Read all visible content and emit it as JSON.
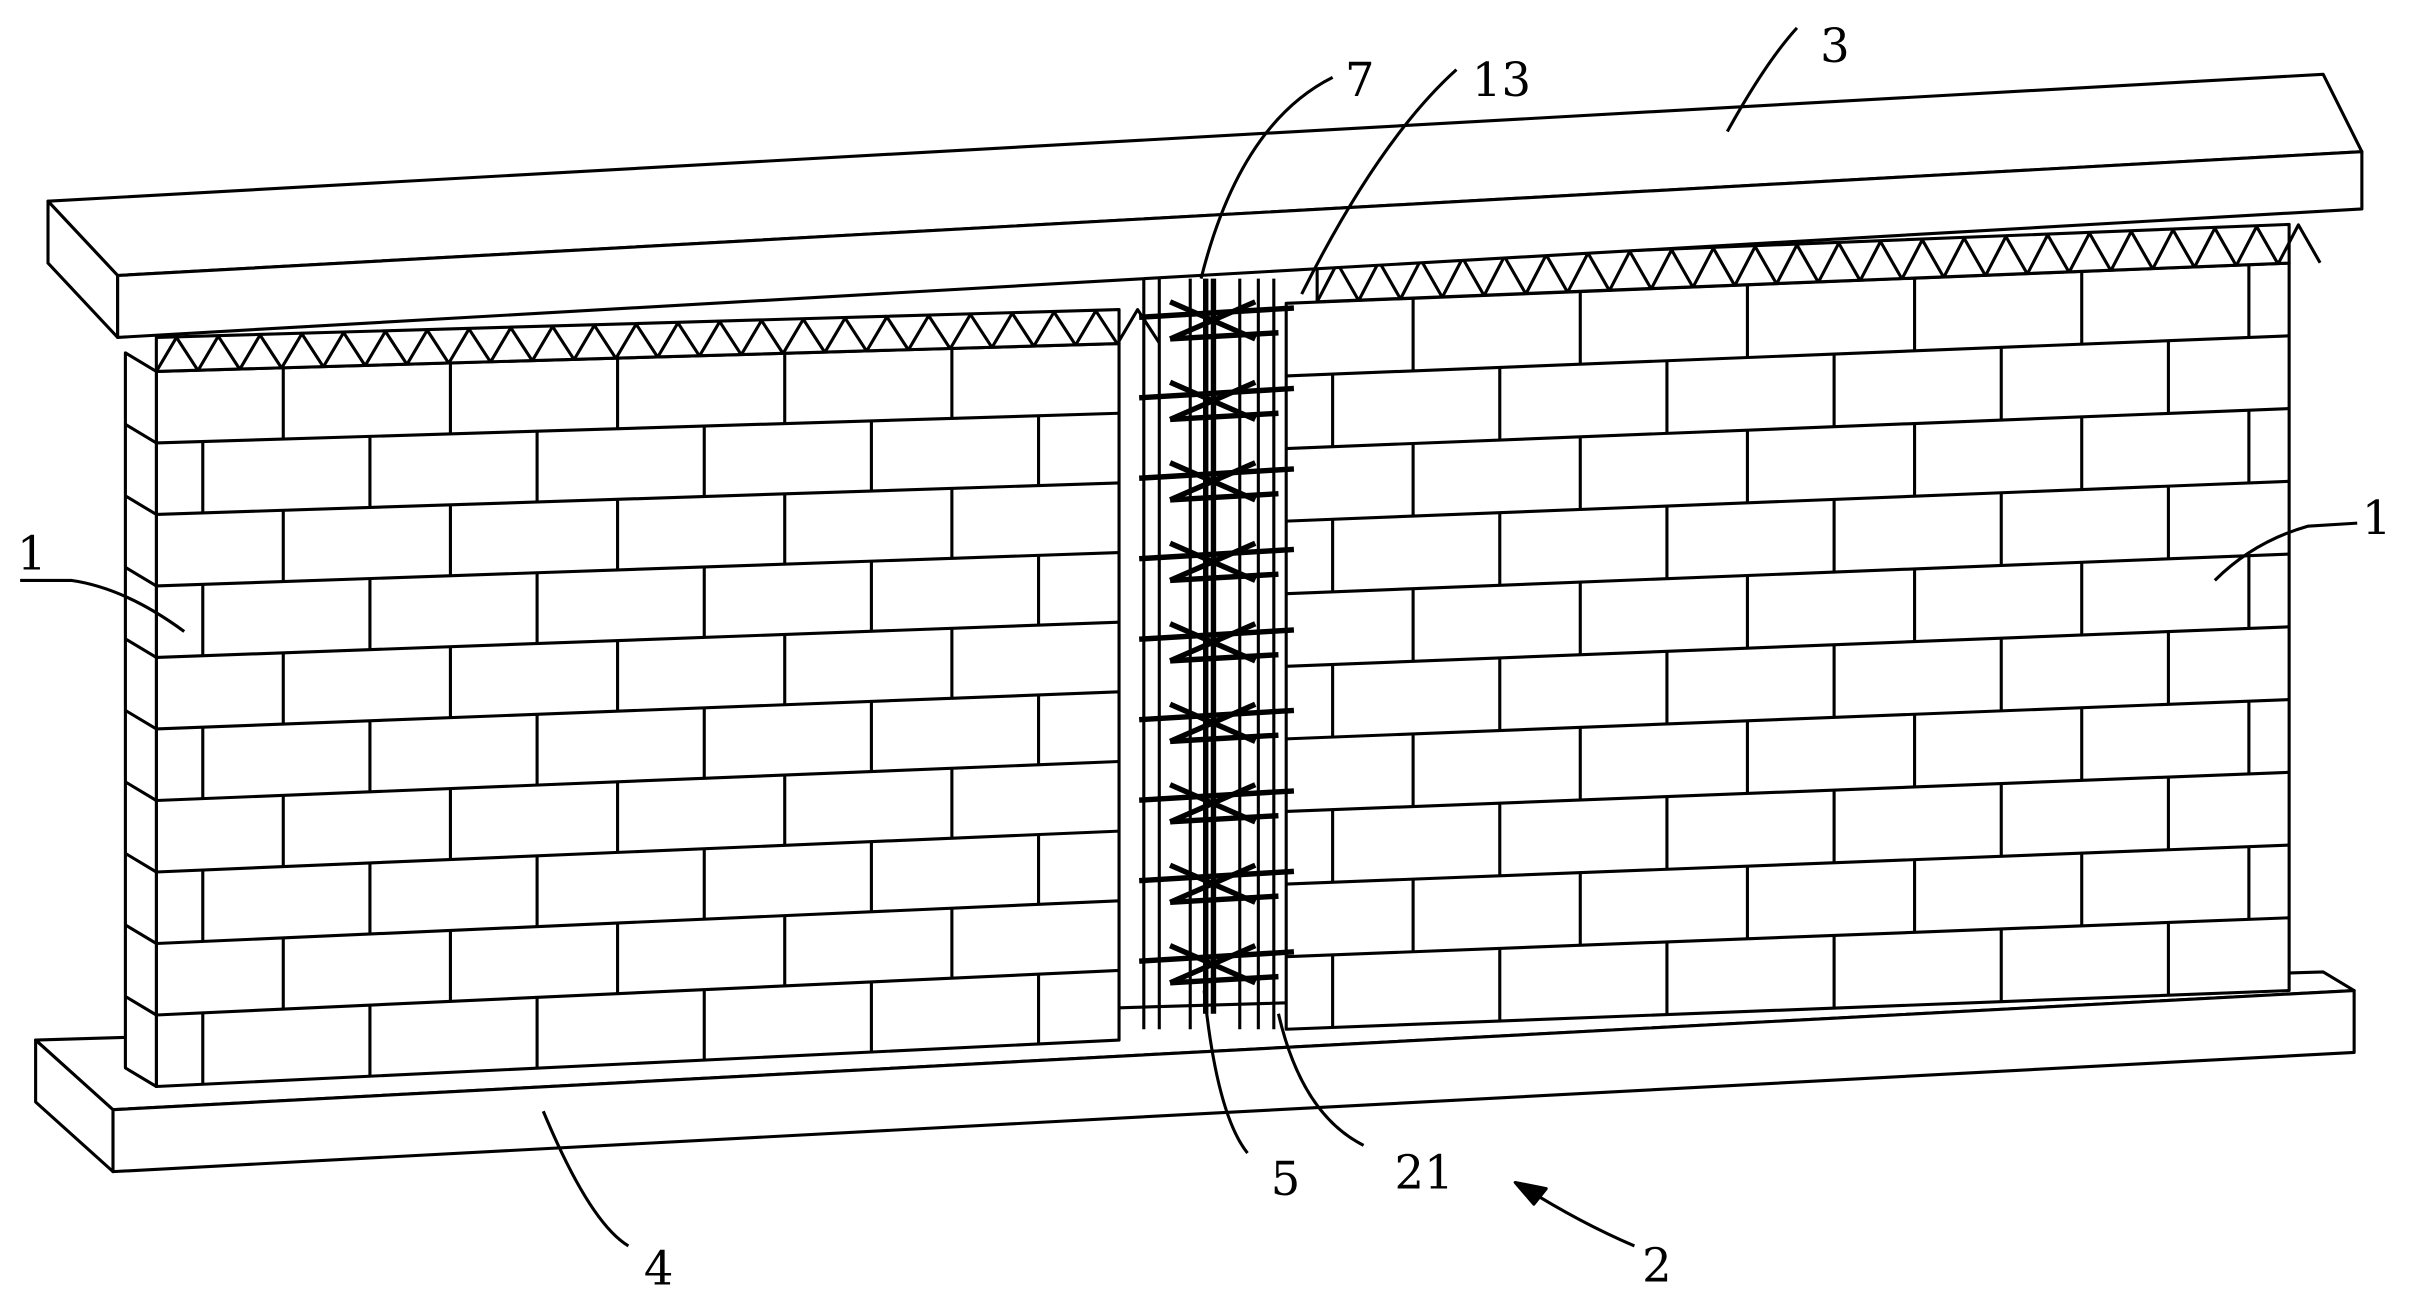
{
  "figure": {
    "labels": {
      "wall_left": "1",
      "wall_right": "1",
      "top_beam": "3",
      "bottom_beam": "4",
      "rebar": "5",
      "stirrup": "7",
      "tie_bar": "13",
      "formwork": "21",
      "assembly": "2"
    }
  }
}
